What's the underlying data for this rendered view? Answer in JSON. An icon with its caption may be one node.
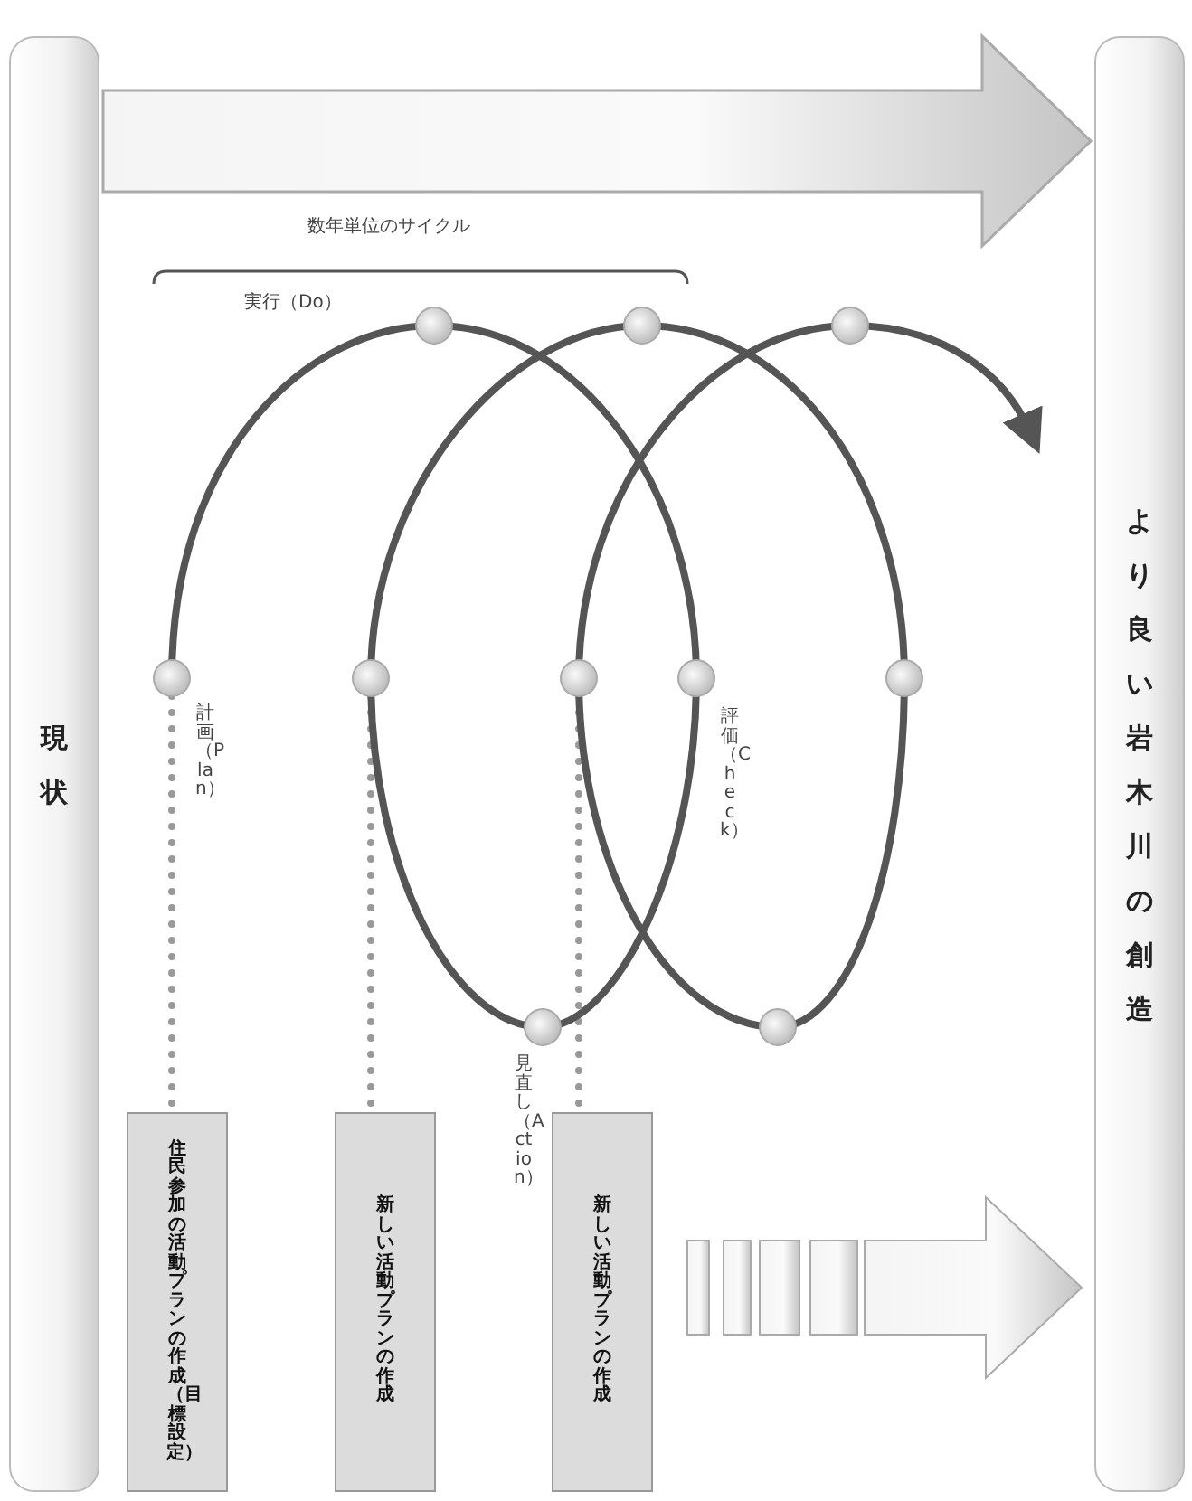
{
  "diagram": {
    "nodes": [
      {
        "text": [
          "現状"
        ]
      },
      {
        "text": [
          "より良い岩木川の創造"
        ]
      },
      {
        "text": [],
        "shape": "circle"
      },
      {
        "text": [],
        "shape": "circle"
      },
      {
        "text": [],
        "shape": "circle"
      },
      {
        "text": [
          "住民参加の活動プランの作成（目標設定）"
        ]
      },
      {
        "text": [
          "新しい活動プランの作成"
        ]
      },
      {
        "text": [
          "新しい活動プランの作成"
        ]
      }
    ],
    "edges": [
      {
        "from": 0,
        "to": 1,
        "arrow": "to",
        "style": "thick"
      },
      {
        "from": 2,
        "to": 5,
        "arrow": "none",
        "style": "dashed"
      },
      {
        "from": 3,
        "to": 6,
        "arrow": "none",
        "style": "dashed"
      },
      {
        "from": 4,
        "to": 7,
        "arrow": "none",
        "style": "dashed"
      }
    ],
    "labels": [
      "数年単位のサイクル",
      "実行（Do）",
      "計画（Plan）",
      "評価（Check）",
      "見直し（Action）"
    ]
  }
}
